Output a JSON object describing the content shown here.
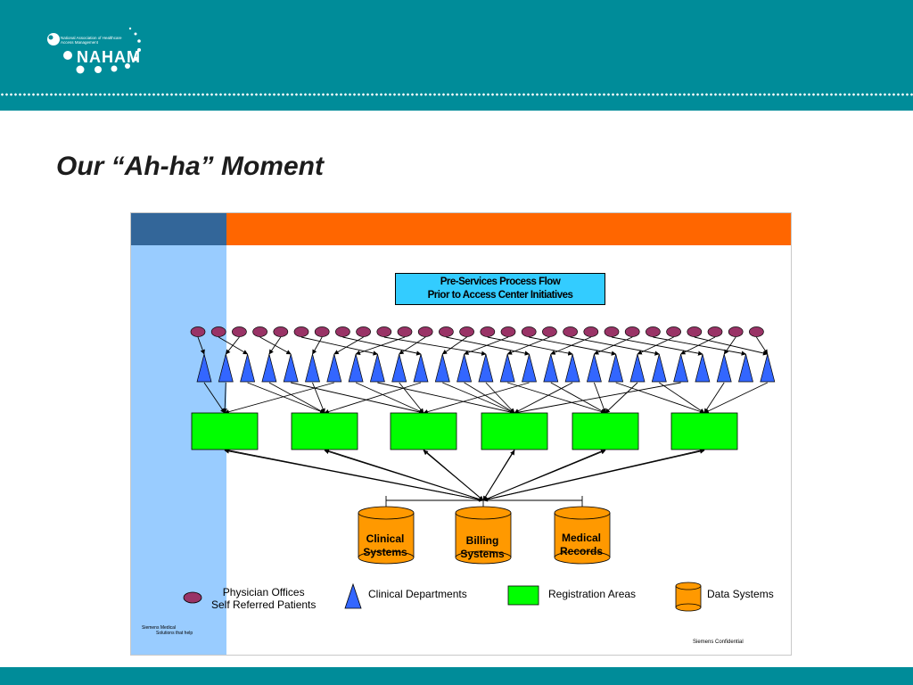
{
  "header": {
    "logo_small_text": "National Association of Healthcare Access Management",
    "logo_name": "NAHAM"
  },
  "title": "Our “Ah-ha” Moment",
  "diagram": {
    "title_line1": "Pre-Services Process Flow",
    "title_line2": "Prior to Access Center Initiatives",
    "data_systems": [
      {
        "line1": "Clinical",
        "line2": "Systems"
      },
      {
        "line1": "Billing",
        "line2": "Systems"
      },
      {
        "line1": "Medical",
        "line2": "Records"
      }
    ],
    "legend": {
      "physician_line1": "Physician Offices",
      "physician_line2": "Self Referred Patients",
      "clinical": "Clinical Departments",
      "registration": "Registration Areas",
      "data": "Data Systems"
    },
    "footer_left_line1": "Siemens Medical",
    "footer_left_line2": "Solutions that help",
    "footer_right": "Siemens Confidential",
    "colors": {
      "header": "#008c99",
      "orange_bar": "#ff6600",
      "left_bar": "#99ccff",
      "ellipse": "#993366",
      "triangle": "#3366ff",
      "registration": "#00ff00",
      "cylinder": "#ff9900",
      "title_box": "#33ccff"
    }
  }
}
